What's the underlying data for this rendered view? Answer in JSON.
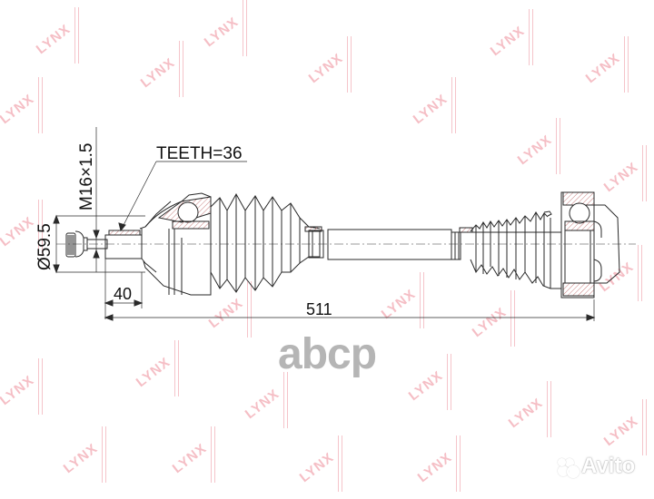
{
  "drawing": {
    "title": "CV drive shaft technical drawing",
    "part_brand_watermark": "LYNX",
    "stroke_color": "#2a2a2a",
    "hatch_color": "#c98080",
    "watermark_color": "#f4b8bf"
  },
  "dimensions": {
    "teeth": "TEETH=36",
    "thread": "M16×1.5",
    "diameter": "Ø59.5",
    "spline_length": "40",
    "overall_length": "511"
  },
  "watermarks": {
    "lynx_text": "LYNX",
    "abcp_text": "abcp",
    "avito_text": "Avito"
  }
}
